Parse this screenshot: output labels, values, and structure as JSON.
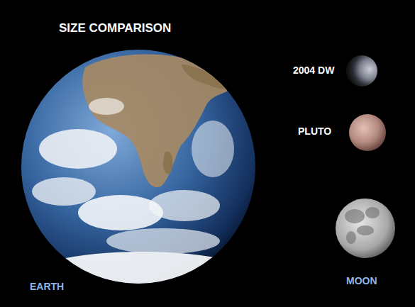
{
  "diagram": {
    "title": "SIZE COMPARISON",
    "labels": [
      "2004 DW",
      "PLUTO",
      "MOON",
      "EARTH"
    ]
  }
}
